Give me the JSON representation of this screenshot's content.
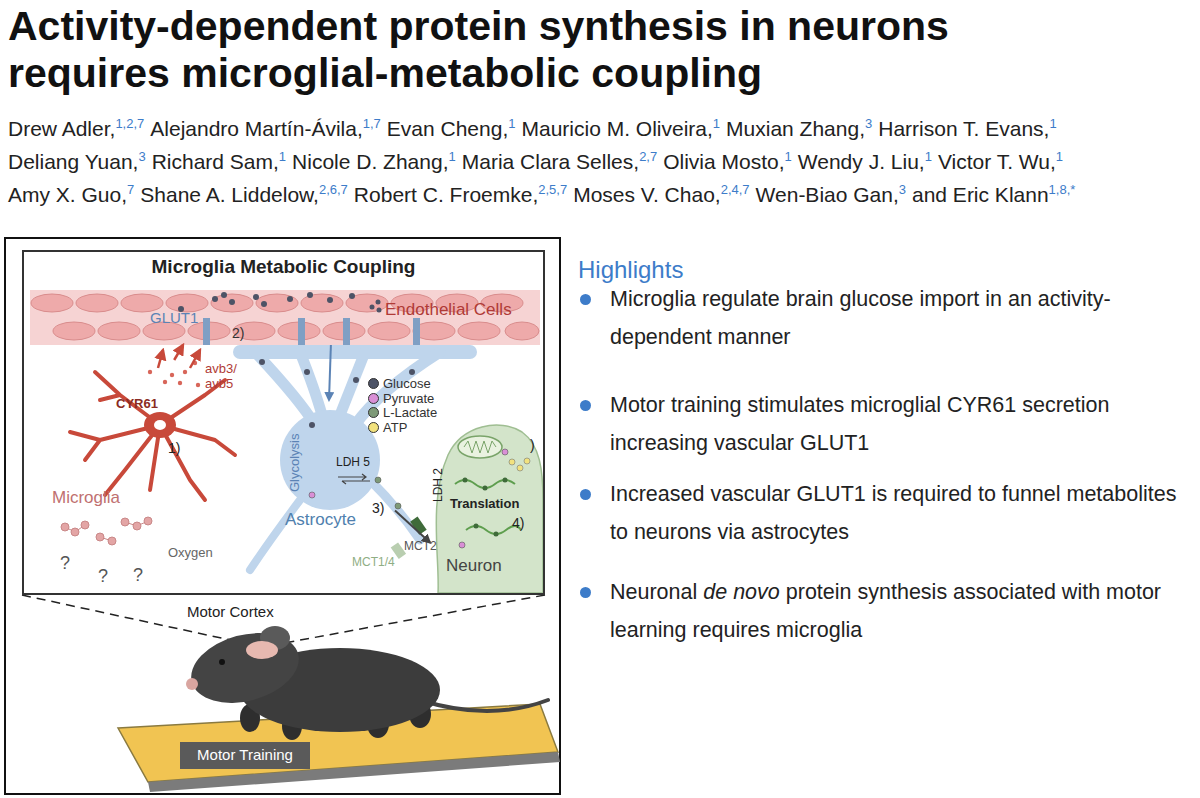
{
  "diagram": {
    "title": "Activity-dependent protein synthesis in neurons requires microglial-metabolic coupling",
    "nodes": [
      {
        "text": [
          "Microglia Metabolic Coupling"
        ]
      },
      {
        "text": [
          "GLUT1",
          "2)",
          "Endothelial Cells"
        ],
        "in": 0
      },
      {
        "text": [
          "CYR61",
          "1)",
          "Microglia"
        ],
        "in": 0
      },
      {
        "text": [
          "Glycolysis",
          "LDH 5",
          "Astrocyte"
        ],
        "in": 0
      },
      {
        "text": [
          ")",
          "LDH 2",
          "Translation",
          "4)",
          "Neuron"
        ],
        "in": 0
      },
      {
        "text": [
          "Motor Training"
        ]
      }
    ],
    "edges": [
      {
        "from": 2,
        "to": 1,
        "arrow": "to",
        "label": "avb3/ avb5"
      },
      {
        "from": 1,
        "to": 3,
        "arrow": "to"
      },
      {
        "from": 3,
        "to": 4,
        "arrow": "to",
        "label": "3)"
      }
    ],
    "labels": [
      "Drew Adler,",
      "1,2,7",
      "Alejandro Martín-Ávila,",
      "1,7",
      "Evan Cheng,",
      "1",
      "Mauricio M. Oliveira,",
      "1",
      "Muxian Zhang,",
      "3",
      "Harrison T. Evans,",
      "1",
      "Deliang Yuan,",
      "3",
      "Richard Sam,",
      "1",
      "Nicole D. Zhang,",
      "1",
      "Maria Clara Selles,",
      "2,7",
      "Olivia Mosto,",
      "1",
      "Wendy J. Liu,",
      "1",
      "Victor T. Wu,",
      "1",
      "Amy X. Guo,",
      "7",
      "Shane A. Liddelow,",
      "2,6,7",
      "Robert C. Froemke,",
      "2,5,7",
      "Moses V. Chao,",
      "2,4,7",
      "Wen-Biao Gan,",
      "3",
      "and Eric Klann",
      "1,8,*",
      "Highlights",
      "Microglia regulate brain glucose import in an activity-dependent manner",
      "Motor training stimulates microglial CYR61 secretion increasing vascular GLUT1",
      "Increased vascular GLUT1 is required to funnel metabolites to neurons via astrocytes",
      "Neuronal",
      "de novo",
      "protein synthesis associated with motor learning requires microglia",
      "Motor Cortex",
      "Oxygen",
      "?",
      "?",
      "?",
      "MCT1/4",
      "MCT2"
    ],
    "legend": [
      {
        "text": "Glucose",
        "color": "#4d5366"
      },
      {
        "text": "Pyruvate",
        "color": "#d98fd6"
      },
      {
        "text": "L-Lactate",
        "color": "#7e9a78"
      },
      {
        "text": "ATP",
        "color": "#f2e27d"
      }
    ]
  }
}
